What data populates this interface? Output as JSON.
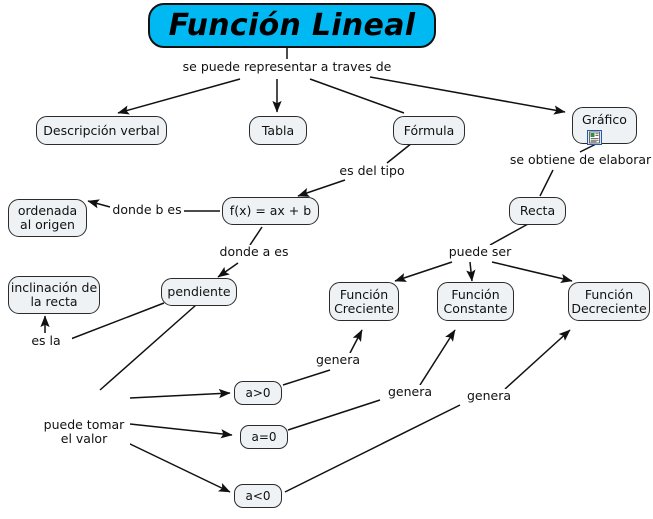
{
  "title": {
    "text": "Función Lineal"
  },
  "nodes": [
    {
      "name": "descripcion-verbal",
      "label": "Descripción verbal"
    },
    {
      "name": "tabla",
      "label": "Tabla"
    },
    {
      "name": "formula",
      "label": "Fórmula"
    },
    {
      "name": "grafico",
      "label": "Gráfico"
    },
    {
      "name": "ordenada-al-origen",
      "label": "ordenada\nal origen"
    },
    {
      "name": "funcion-formula",
      "label": "f(x) = ax + b"
    },
    {
      "name": "recta",
      "label": "Recta"
    },
    {
      "name": "inclinacion-de-la-recta",
      "label": "inclinación de\nla recta"
    },
    {
      "name": "pendiente",
      "label": "pendiente"
    },
    {
      "name": "funcion-creciente",
      "label": "Función\nCreciente"
    },
    {
      "name": "funcion-constante",
      "label": "Función\nConstante"
    },
    {
      "name": "funcion-decreciente",
      "label": "Función\nDecreciente"
    },
    {
      "name": "a-mayor-que-cero",
      "label": "a>0"
    },
    {
      "name": "a-igual-cero",
      "label": "a=0"
    },
    {
      "name": "a-menor-que-cero",
      "label": "a<0"
    }
  ],
  "link_labels": [
    {
      "name": "se-puede-representar",
      "text": "se puede representar a traves de"
    },
    {
      "name": "se-obtiene-de-elaborar",
      "text": "se obtiene de elaborar"
    },
    {
      "name": "es-del-tipo",
      "text": "es del tipo"
    },
    {
      "name": "donde-b-es",
      "text": "donde b es"
    },
    {
      "name": "donde-a-es",
      "text": "donde a es"
    },
    {
      "name": "puede-ser",
      "text": "puede ser"
    },
    {
      "name": "es-la",
      "text": "es la"
    },
    {
      "name": "genera-creciente",
      "text": "genera"
    },
    {
      "name": "genera-constante",
      "text": "genera"
    },
    {
      "name": "genera-decreciente",
      "text": "genera"
    },
    {
      "name": "puede-tomar-el-valor",
      "text": "puede tomar\nel valor"
    }
  ],
  "icons": [
    {
      "name": "resource-document-icon",
      "owner": "grafico"
    }
  ],
  "colors": {
    "title_fill": "#00b9f2",
    "node_fill": "#eef2f4",
    "node_border": "#2b2b2b",
    "text": "#111111",
    "background": "#ffffff"
  }
}
